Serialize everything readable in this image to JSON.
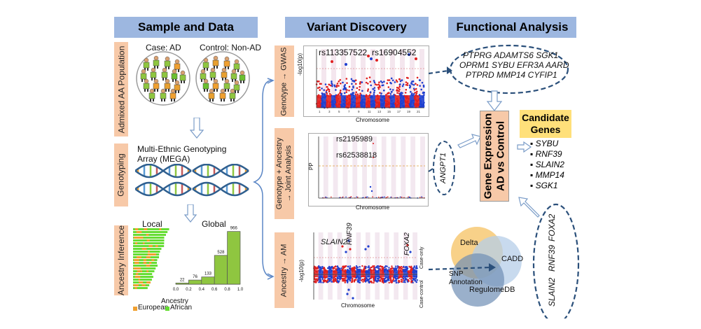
{
  "headers": {
    "sample": "Sample and Data",
    "variant": "Variant Discovery",
    "functional": "Functional Analysis"
  },
  "sample": {
    "side_population": "Admixed AA Population",
    "side_genotyping": "Genotyping",
    "side_ancestry": "Ancestry  Inference",
    "case_label": "Case: AD",
    "control_label": "Control: Non-AD",
    "mega_line1": "Multi-Ethnic Genotyping",
    "mega_line2": "Array (MEGA)",
    "local_label": "Local",
    "global_label": "Global",
    "ancestry_axis": "Ancestry",
    "legend_european": "European",
    "legend_african": "African",
    "colors": {
      "european": "#f0a030",
      "african": "#66dd33"
    }
  },
  "chart_data": {
    "type": "bar",
    "title": "Global",
    "xlabel": "Ancestry",
    "ylabel": "",
    "x_ticks": [
      "0.0",
      "0.2",
      "0.4",
      "0.6",
      "0.8",
      "1.0"
    ],
    "categories": [
      "0.0-0.2",
      "0.2-0.4",
      "0.4-0.6",
      "0.6-0.8",
      "0.8-1.0"
    ],
    "values": [
      22,
      76,
      133,
      528,
      966
    ],
    "data_labels": [
      "22",
      "76",
      "133",
      "528",
      "966"
    ],
    "ylim": [
      0,
      1000
    ],
    "bar_color": "#8fc640"
  },
  "variant": {
    "gwas_side_a": "Genotype",
    "gwas_side_b": "GWAS",
    "joint_side_a": "Genotype + Ancestry",
    "joint_side_b": "Joint Analysis",
    "am_side_a": "Ancestry",
    "am_side_b": "AM",
    "gwas_snp1": "rs113357522",
    "gwas_snp2": "rs16904552",
    "gwas_ylabel": "-log10(p)",
    "gwas_xlabel": "Chromosome",
    "joint_snp1": "rs2195989",
    "joint_snp2": "rs62538818",
    "joint_ylabel": "PP",
    "joint_xlabel": "Chromosome",
    "am_gene1": "SLAIN2",
    "am_gene2": "RNF39",
    "am_gene3": "FOXA2",
    "am_ylabel": "-log10(p)",
    "am_xlabel": "Chromosome",
    "am_case_only": "Case-only",
    "am_case_control": "Case-control"
  },
  "functional": {
    "gwas_genes_line1": "PTPRG  ADAMTS6  SGK1",
    "gwas_genes_line2": "OPRM1 SYBU EFR3A AARD",
    "gwas_genes_line3": "PTPRD  MMP14  CYFIP1",
    "joint_gene": "ANGPT1",
    "gene_expr_line1": "Gene Expression",
    "gene_expr_line2": "AD vs Control",
    "candidate_line1": "Candidate",
    "candidate_line2": "Genes",
    "candidates": [
      "SYBU",
      "RNF39",
      "SLAIN2",
      "MMP14",
      "SGK1"
    ],
    "venn_delta": "Delta",
    "venn_cadd": "CADD",
    "venn_regulome": "RegulomeDB",
    "snp_annot_line1": "SNP",
    "snp_annot_line2": "Annotation",
    "am_genes": [
      "SLAIN2",
      "RNF39",
      "FOXA2"
    ]
  }
}
